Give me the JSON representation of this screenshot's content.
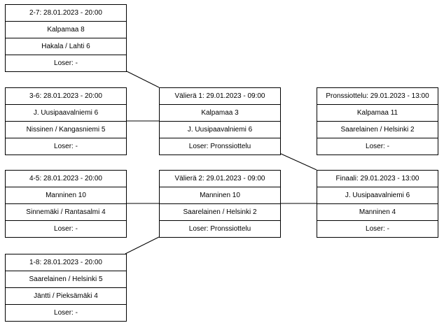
{
  "matches": {
    "m27": {
      "header": "2-7: 28.01.2023 - 20:00",
      "team1": "Kalpamaa 8",
      "team2": "Hakala / Lahti 6",
      "loser": "Loser: -"
    },
    "m36": {
      "header": "3-6: 28.01.2023 - 20:00",
      "team1": "J. Uusipaavalniemi 6",
      "team2": "Nissinen / Kangasniemi 5",
      "loser": "Loser: -"
    },
    "m45": {
      "header": "4-5: 28.01.2023 - 20:00",
      "team1": "Manninen 10",
      "team2": "Sinnemäki / Rantasalmi 4",
      "loser": "Loser: -"
    },
    "m18": {
      "header": "1-8: 28.01.2023 - 20:00",
      "team1": "Saarelainen / Helsinki 5",
      "team2": "Jäntti / Pieksämäki 4",
      "loser": "Loser: -"
    },
    "semi1": {
      "header": "Välierä 1: 29.01.2023 - 09:00",
      "team1": "Kalpamaa 3",
      "team2": "J. Uusipaavalniemi 6",
      "loser": "Loser: Pronssiottelu"
    },
    "semi2": {
      "header": "Välierä 2: 29.01.2023 - 09:00",
      "team1": "Manninen 10",
      "team2": "Saarelainen / Helsinki 2",
      "loser": "Loser: Pronssiottelu"
    },
    "bronze": {
      "header": "Pronssiottelu: 29.01.2023 - 13:00",
      "team1": "Kalpamaa 11",
      "team2": "Saarelainen / Helsinki 2",
      "loser": "Loser: -"
    },
    "final": {
      "header": "Finaali: 29.01.2023 - 13:00",
      "team1": "J. Uusipaavalniemi 6",
      "team2": "Manninen 4",
      "loser": "Loser: -"
    }
  }
}
